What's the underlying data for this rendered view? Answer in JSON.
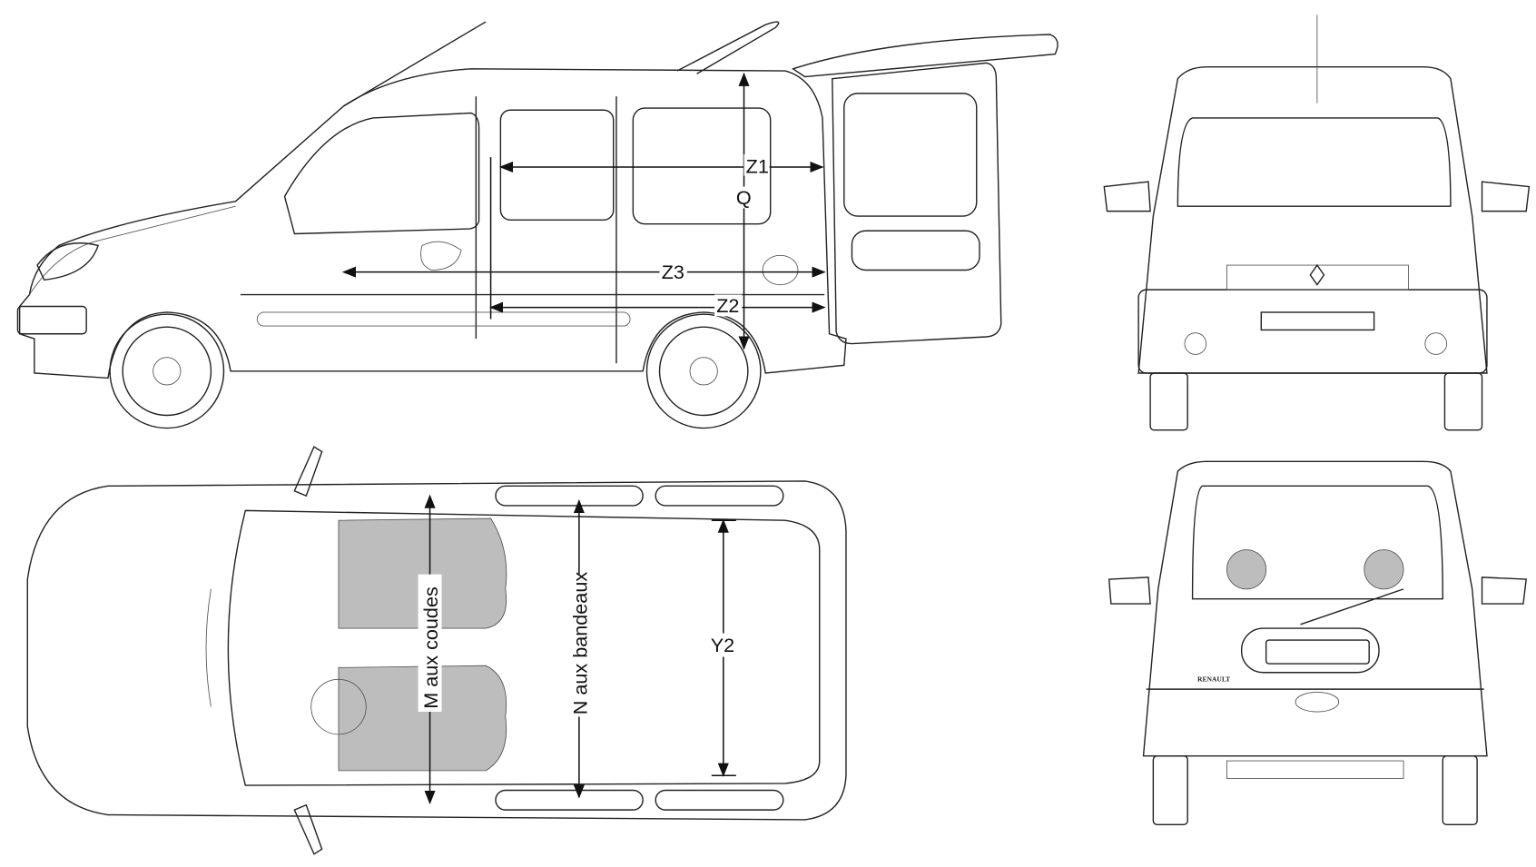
{
  "side_view": {
    "labels": {
      "z1": "Z1",
      "q": "Q",
      "z3": "Z3",
      "z2": "Z2"
    }
  },
  "top_view": {
    "labels": {
      "m": "M aux coudes",
      "n": "N aux bandeaux",
      "y2": "Y2"
    }
  },
  "rear_view": {
    "badge": "RENAULT"
  },
  "colors": {
    "line": "#222222",
    "seat_fill": "#bdbdbd",
    "background": "#ffffff"
  }
}
